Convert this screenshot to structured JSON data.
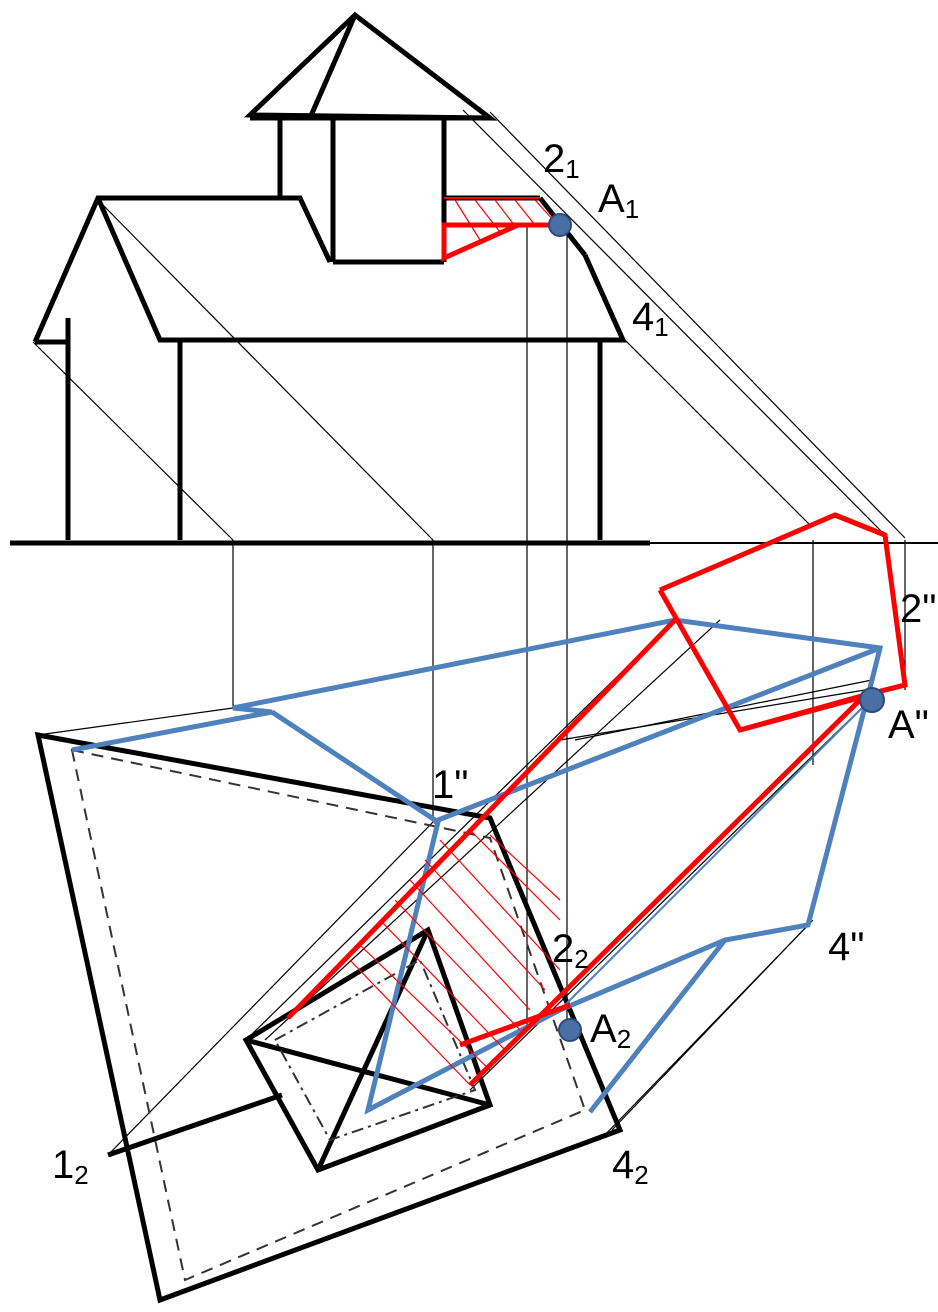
{
  "labels": {
    "two_1": {
      "main": "2",
      "sub": "1"
    },
    "A_1": {
      "main": "A",
      "sub": "1"
    },
    "four_1": {
      "main": "4",
      "sub": "1"
    },
    "two_shadow": "2\"",
    "A_shadow": "A\"",
    "one_shadow": "1\"",
    "two_2": {
      "main": "2",
      "sub": "2"
    },
    "A_2": {
      "main": "A",
      "sub": "2"
    },
    "four_shadow": "4\"",
    "one_2": {
      "main": "1",
      "sub": "2"
    },
    "four_2": {
      "main": "4",
      "sub": "2"
    }
  },
  "colors": {
    "outline": "#000000",
    "shadow_red": "#ff0000",
    "shadow_blue": "#4f81bd",
    "point_fill": "#4a6fa5"
  }
}
